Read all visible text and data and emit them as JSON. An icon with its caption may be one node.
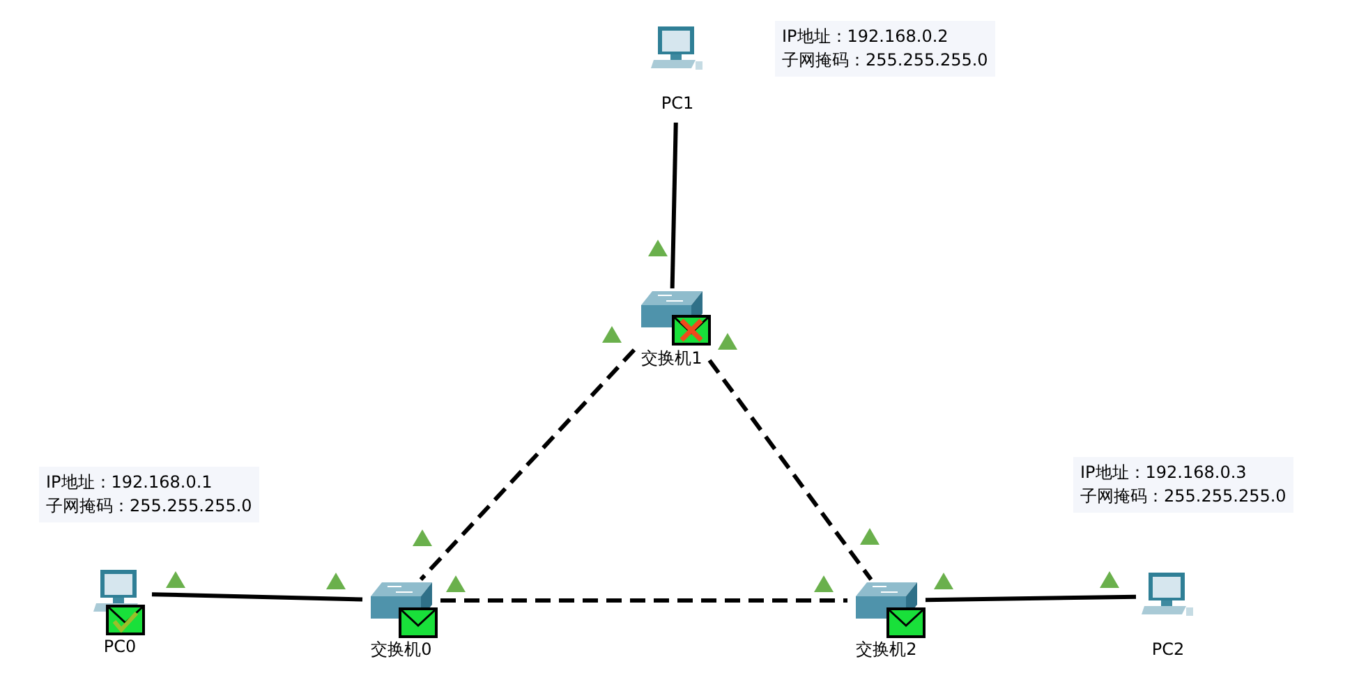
{
  "diagram": {
    "nodes": [
      {
        "text": [
          "IP地址：192.168.0.2",
          "子网掩码：255.255.255.0"
        ]
      },
      {
        "text": [
          "PC1"
        ]
      },
      {
        "text": [
          "交换机1"
        ]
      },
      {
        "text": [
          "IP地址：192.168.0.1",
          "子网掩码：255.255.255.0"
        ]
      },
      {
        "text": [
          "IP地址：192.168.0.3",
          "子网掩码：255.255.255.0"
        ]
      },
      {
        "text": [
          "PC0"
        ]
      },
      {
        "text": [
          "交换机0"
        ]
      },
      {
        "text": [
          "交换机2"
        ]
      },
      {
        "text": [
          "PC2"
        ]
      }
    ],
    "edges": [
      {
        "from": 1,
        "to": 2,
        "arrow": "none"
      },
      {
        "from": 2,
        "to": 6,
        "arrow": "none",
        "style": "dashed"
      },
      {
        "from": 2,
        "to": 7,
        "arrow": "none",
        "style": "dashed"
      },
      {
        "from": 5,
        "to": 6,
        "arrow": "none"
      },
      {
        "from": 6,
        "to": 7,
        "arrow": "none",
        "style": "dashed"
      },
      {
        "from": 7,
        "to": 8,
        "arrow": "none"
      }
    ]
  }
}
